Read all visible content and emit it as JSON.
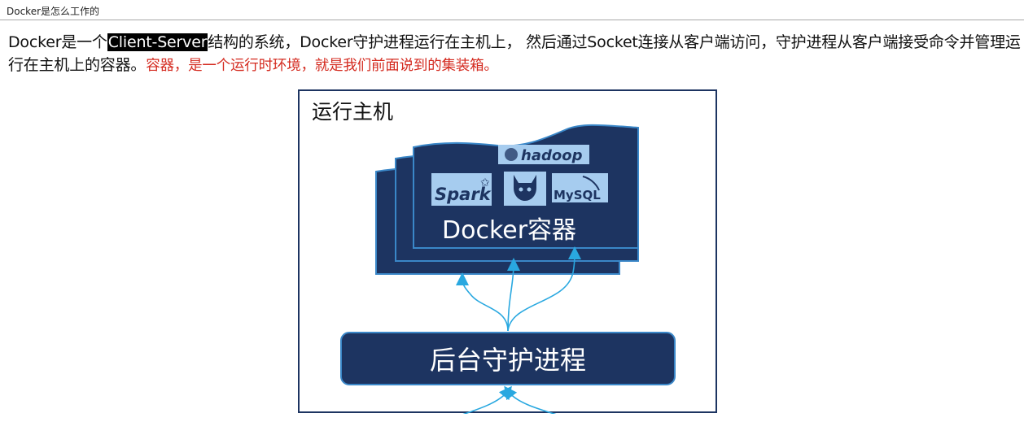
{
  "header": {
    "title": "Docker是怎么工作的"
  },
  "paragraph": {
    "seg1": "Docker是一个",
    "highlight": "Client-Server",
    "seg2": "结构的系统，Docker守护进程运行在主机上， 然后通过Socket连接从客户端访问，守护进程从客户端接受命令并管理运行在主机上的容器。",
    "red": "容器，是一个运行时环境，就是我们前面说到的集装箱。"
  },
  "diagram": {
    "host_label": "运行主机",
    "container_label": "Docker容器",
    "daemon_label": "后台守护进程",
    "logos": {
      "hadoop": "hadoop",
      "spark": "Spark",
      "mysql": "MySQL"
    },
    "colors": {
      "navy": "#1d3461",
      "arrow": "#29a8e0",
      "logo_bg": "#a6ccef"
    }
  }
}
